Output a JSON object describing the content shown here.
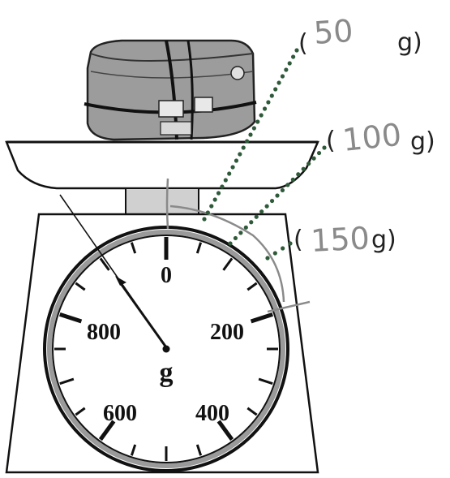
{
  "scale": {
    "dial_numbers": [
      "0",
      "200",
      "400",
      "600",
      "800"
    ],
    "unit": "g",
    "max_grams": 1000
  },
  "answers": [
    {
      "open": "(",
      "handwritten": "50",
      "unit_close": "g)"
    },
    {
      "open": "(",
      "handwritten": "100",
      "unit_close": "g)"
    },
    {
      "open": "(",
      "handwritten": "150",
      "unit_close": "g)"
    }
  ],
  "colors": {
    "dotted_leader": "#2f5a3a",
    "pencil": "#8a8a8a",
    "ink": "#111111"
  }
}
